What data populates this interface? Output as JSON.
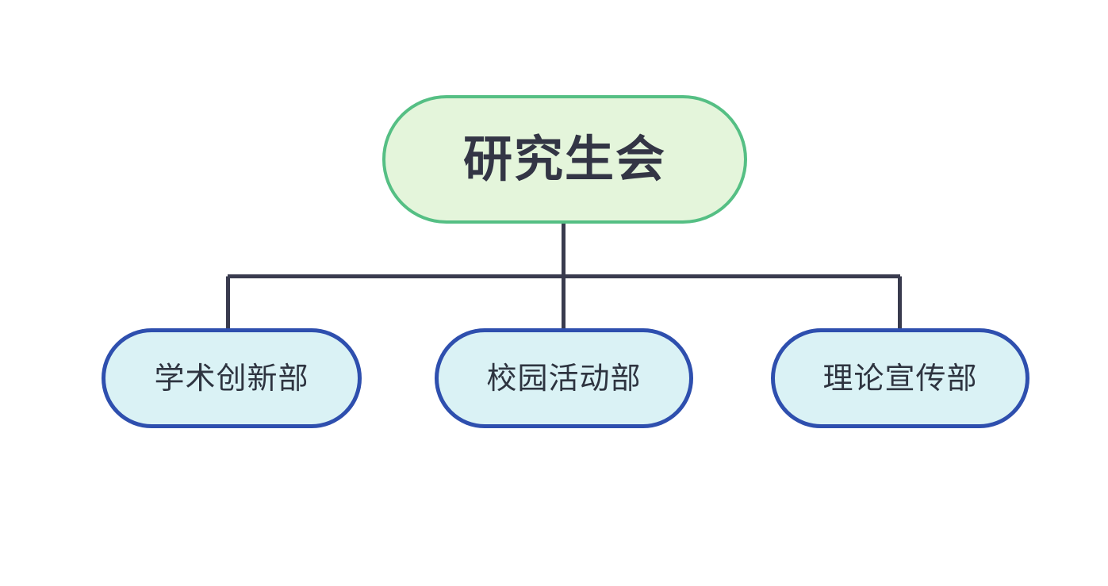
{
  "diagram": {
    "type": "organization-chart",
    "orientation": "top-down",
    "background_color": "#ffffff",
    "connector_color": "#393b4e",
    "connector_width": 5,
    "root": {
      "id": "root",
      "label": "研究生会",
      "fill_color": "#e4f5db",
      "border_color": "#55bf84",
      "text_color": "#333545"
    },
    "children": [
      {
        "id": "child-academic-innovation",
        "label": "学术创新部",
        "fill_color": "#daf2f5",
        "border_color": "#2e4fae",
        "text_color": "#2e3440"
      },
      {
        "id": "child-campus-activities",
        "label": "校园活动部",
        "fill_color": "#daf2f5",
        "border_color": "#2e4fae",
        "text_color": "#2e3440"
      },
      {
        "id": "child-theory-publicity",
        "label": "理论宣传部",
        "fill_color": "#daf2f5",
        "border_color": "#2e4fae",
        "text_color": "#2e3440"
      }
    ],
    "edges": [
      {
        "from": "root",
        "to": "child-academic-innovation"
      },
      {
        "from": "root",
        "to": "child-campus-activities"
      },
      {
        "from": "root",
        "to": "child-theory-publicity"
      }
    ]
  }
}
